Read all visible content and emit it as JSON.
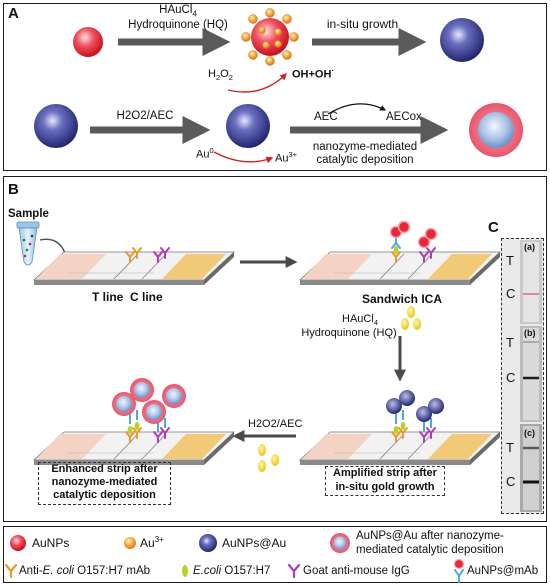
{
  "panel_a": {
    "label": "A",
    "row1": {
      "reagent_line1": "HAuCl",
      "reagent_line1_sub": "4",
      "reagent_line2": "Hydroquinone (HQ)",
      "step": "in-situ growth",
      "side_reactant": "H",
      "side_reactant_sub": "2",
      "side_reactant_2": "O",
      "side_reactant_2_sub": "2",
      "side_product": "OH+OH",
      "side_product_sup": "·"
    },
    "row2": {
      "reagent": "H2O2/AEC",
      "substrate": "AEC",
      "product": "AECox",
      "au_reactant": "Au",
      "au_reactant_sup": "0",
      "au_product": "Au",
      "au_product_sup": "3+",
      "step_line1": "nanozyme-mediated",
      "step_line2": "catalytic deposition"
    }
  },
  "panel_b": {
    "label": "B",
    "sample_label": "Sample",
    "lines_label": "T line  C line",
    "sandwich_label": "Sandwich ICA",
    "reagent_line1": "HAuCl",
    "reagent_line1_sub": "4",
    "reagent_line2": "Hydroquinone (HQ)",
    "reagent_back": "H2O2/AEC",
    "amplified_line1": "Amplified strip after",
    "amplified_line2": "in-situ gold growth",
    "enhanced_line1": "Enhanced strip after",
    "enhanced_line2": "nanozyme-mediated",
    "enhanced_line3": "catalytic deposition"
  },
  "panel_c": {
    "label": "C",
    "strips": [
      {
        "tag": "(a)",
        "t": "T",
        "c": "C"
      },
      {
        "tag": "(b)",
        "t": "T",
        "c": "C"
      },
      {
        "tag": "(c)",
        "t": "T",
        "c": "C"
      }
    ]
  },
  "legend": {
    "aunps": "AuNPs",
    "au3": "Au",
    "au3_sup": "3+",
    "aunps_au": "AuNPs@Au",
    "deposited_line1": "AuNPs@Au after nanozyme-",
    "deposited_line2": "mediated catalytic deposition",
    "anti_ecoli_pre": "Anti-",
    "anti_ecoli_italic": "E. coli",
    "anti_ecoli_post": " O157:H7 mAb",
    "ecoli_italic": "E.coli",
    "ecoli_post": " O157:H7",
    "goat": "Goat anti-mouse IgG",
    "aunps_mab": "AuNPs@mAb"
  },
  "colors": {
    "aunp_red": "#e8283a",
    "au3_orange": "#f0a030",
    "aunp_au_blue": "#2d2f86",
    "deposit_pink": "#f07c8c",
    "antibody_orange": "#e89a2c",
    "ecoli_green": "#b8d22c",
    "igg_purple": "#b03ab8",
    "arrow_gray": "#5a5a5a",
    "red_arrow": "#d42020",
    "pad_pink": "#f5d3c4",
    "pad_yellow": "#f2c977"
  }
}
